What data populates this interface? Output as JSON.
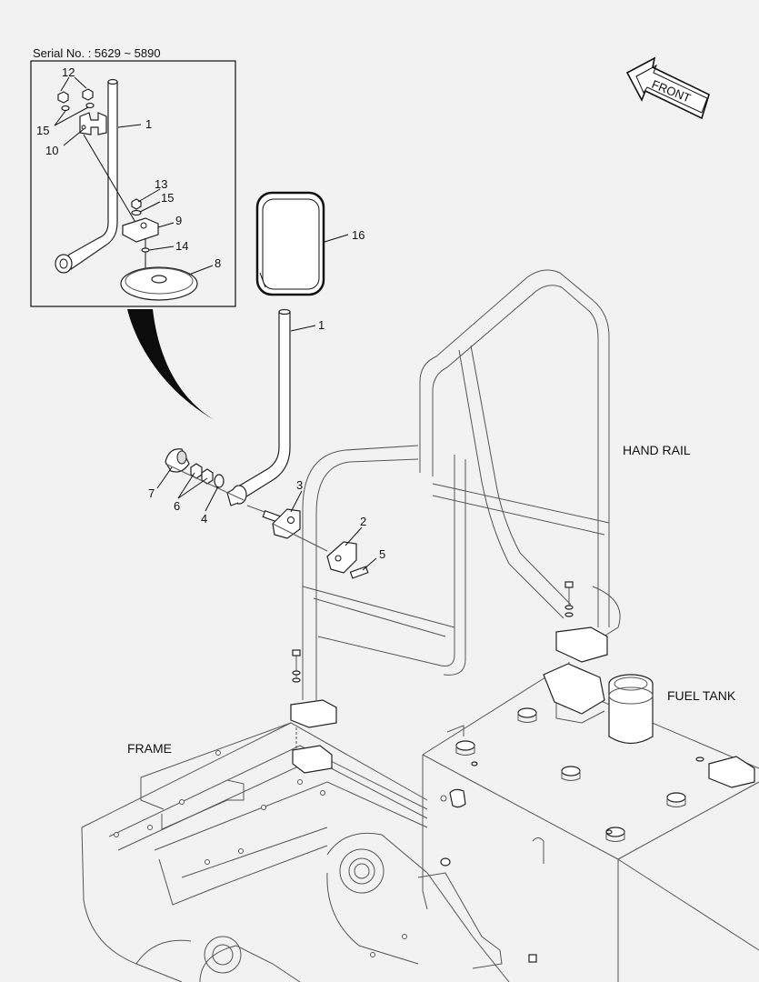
{
  "serial": "Serial No. : 5629 ~ 5890",
  "front_label": "FRONT",
  "labels": {
    "hand_rail": "HAND RAIL",
    "fuel_tank": "FUEL TANK",
    "frame": "FRAME"
  },
  "callouts": {
    "c1_inset": "1",
    "c8": "8",
    "c9": "9",
    "c10": "10",
    "c12": "12",
    "c13": "13",
    "c14": "14",
    "c15_top": "15",
    "c15_mid": "15",
    "c16": "16",
    "c1_main": "1",
    "c2": "2",
    "c3": "3",
    "c4": "4",
    "c5": "5",
    "c6": "6",
    "c7": "7"
  }
}
